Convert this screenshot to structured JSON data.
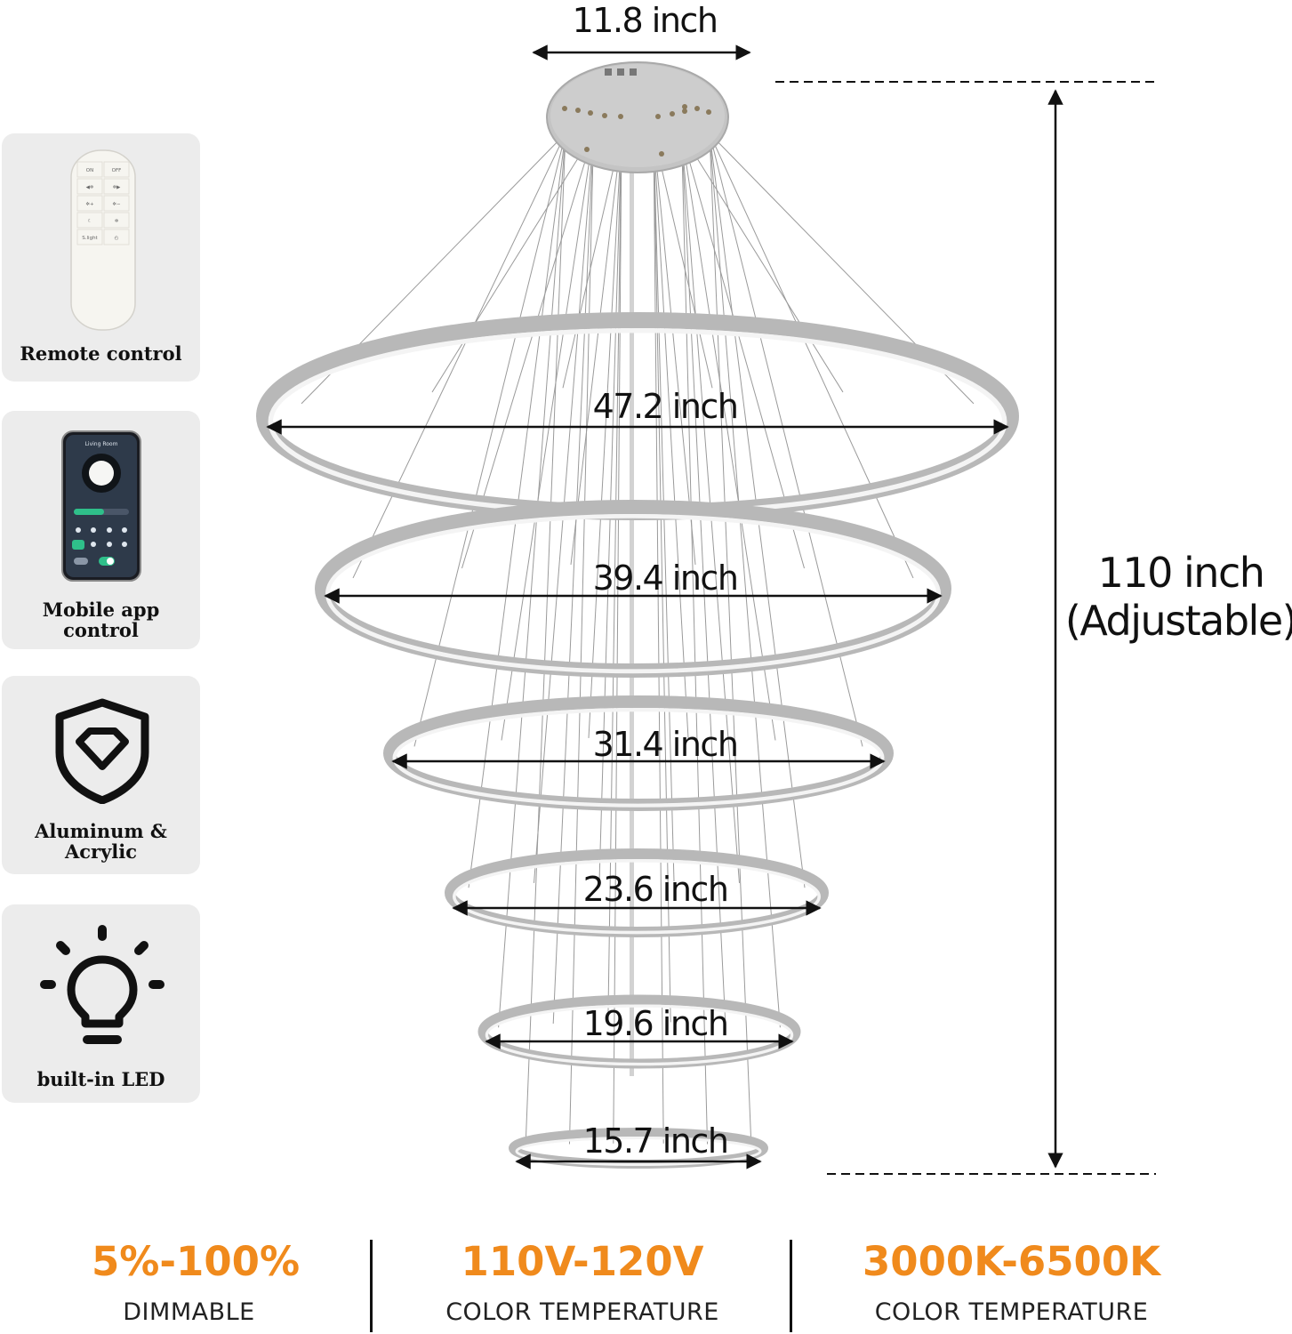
{
  "features": [
    {
      "id": "remote",
      "icon": "remote-control-icon",
      "label_lines": [
        "Remote control"
      ]
    },
    {
      "id": "app",
      "icon": "mobile-app-icon",
      "label_lines": [
        "Mobile app",
        "control"
      ]
    },
    {
      "id": "material",
      "icon": "shield-diamond-icon",
      "label_lines": [
        "Aluminum &",
        "Acrylic"
      ]
    },
    {
      "id": "led",
      "icon": "lightbulb-icon",
      "label_lines": [
        "built-in LED"
      ]
    }
  ],
  "remote_buttons": [
    "ON",
    "OFF",
    "◀✲",
    "✲▶",
    "✲+",
    "✲−",
    "☾",
    "✲",
    "S.light",
    "◴"
  ],
  "app_screen": {
    "title": "Living Room"
  },
  "canopy": {
    "width_label": "11.8 inch"
  },
  "rings": [
    {
      "label": "47.2 inch",
      "diameter": 47.2
    },
    {
      "label": "39.4 inch",
      "diameter": 39.4
    },
    {
      "label": "31.4 inch",
      "diameter": 31.4
    },
    {
      "label": "23.6 inch",
      "diameter": 23.6
    },
    {
      "label": "19.6 inch",
      "diameter": 19.6
    },
    {
      "label": "15.7 inch",
      "diameter": 15.7
    }
  ],
  "height": {
    "line1": "110 inch",
    "line2": "(Adjustable)"
  },
  "stats": [
    {
      "value": "5%-100%",
      "caption": "DIMMABLE"
    },
    {
      "value": "110V-120V",
      "caption": "COLOR TEMPERATURE"
    },
    {
      "value": "3000K-6500K",
      "caption": "COLOR TEMPERATURE"
    }
  ],
  "colors": {
    "accent": "#f08a1c",
    "ring": "#b8b8b8",
    "card": "#ececec"
  }
}
